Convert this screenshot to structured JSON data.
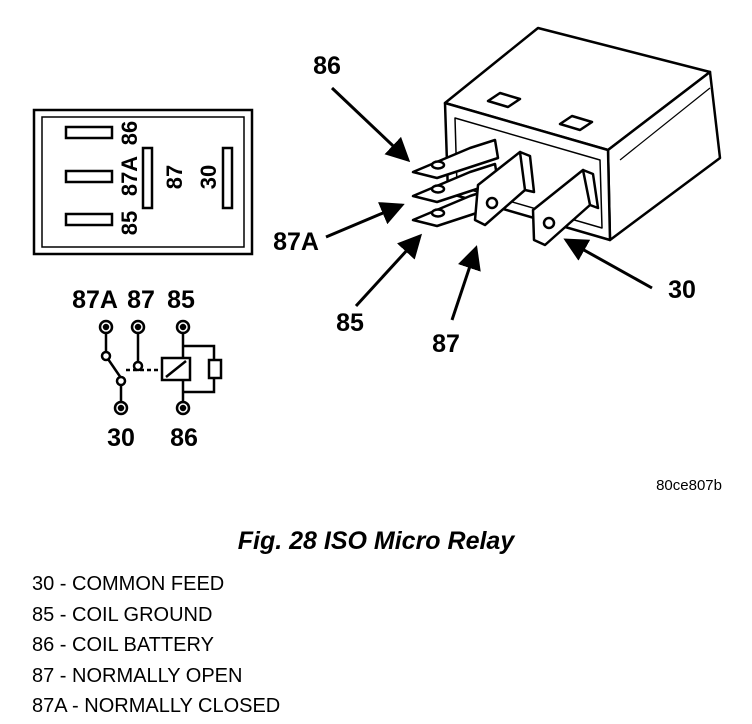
{
  "figure": {
    "caption": "Fig. 28 ISO Micro Relay",
    "code": "80ce807b"
  },
  "top_view": {
    "labels": [
      "86",
      "87A",
      "85",
      "87",
      "30"
    ]
  },
  "schematic": {
    "labels": [
      "87A",
      "87",
      "85",
      "30",
      "86"
    ]
  },
  "callouts": [
    "86",
    "87A",
    "85",
    "87",
    "30"
  ],
  "legend": [
    "30 - COMMON FEED",
    "85 - COIL GROUND",
    "86 - COIL BATTERY",
    "87 - NORMALLY OPEN",
    "87A - NORMALLY CLOSED"
  ]
}
